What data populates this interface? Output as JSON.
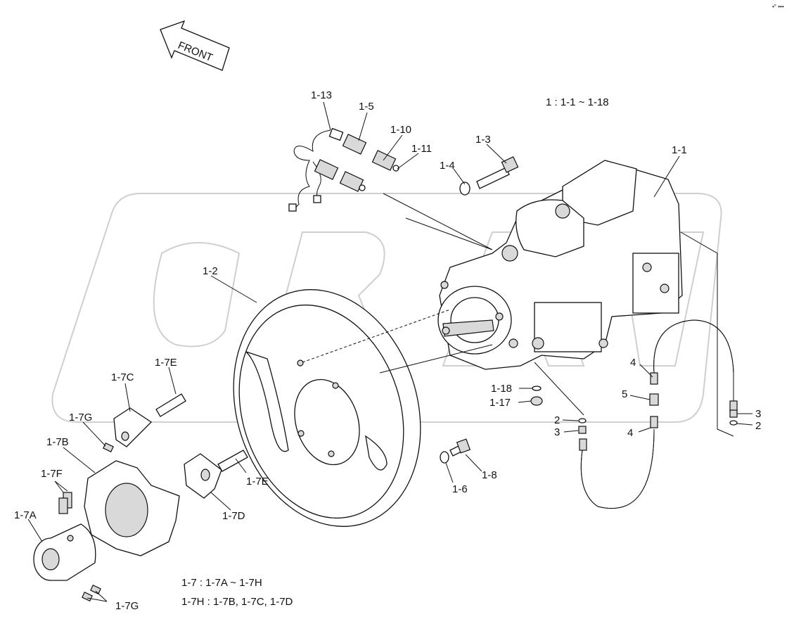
{
  "diagram": {
    "front_label": "FRONT",
    "corner_mark": "•° •••",
    "notes": {
      "assembly_1": "1 : 1-1 ~ 1-18",
      "assembly_1_7": "1-7 : 1-7A ~ 1-7H",
      "assembly_1_7H": "1-7H : 1-7B, 1-7C, 1-7D"
    },
    "watermark": "ORA",
    "callouts": [
      "1-13",
      "1-5",
      "1-10",
      "1-11",
      "1-4",
      "1-3",
      "1-1",
      "1-2",
      "1-7E",
      "1-7C",
      "1-7G",
      "1-7B",
      "1-7F",
      "1-7A",
      "1-7E",
      "1-7D",
      "1-7G",
      "1-18",
      "1-17",
      "1-6",
      "1-8",
      "4",
      "5",
      "4",
      "3",
      "2",
      "2",
      "3"
    ]
  }
}
